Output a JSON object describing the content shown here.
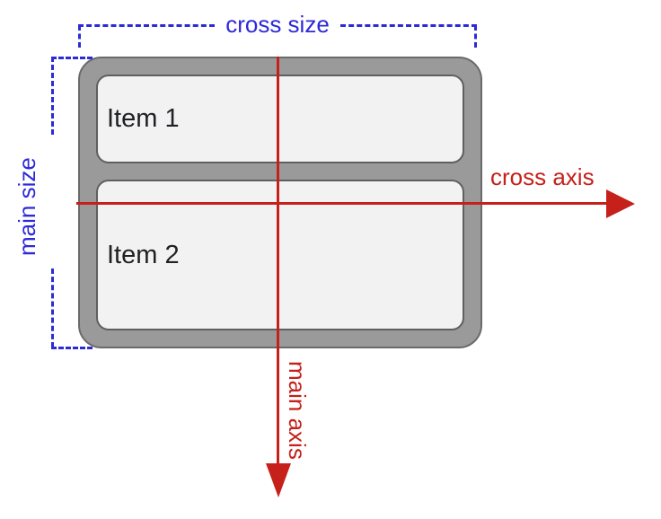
{
  "diagram": {
    "kind": "flexbox-axes-diagram",
    "labels": {
      "cross_size": "cross size",
      "main_size": "main size",
      "cross_axis": "cross axis",
      "main_axis": "main axis"
    },
    "items": [
      {
        "label": "Item 1"
      },
      {
        "label": "Item 2"
      }
    ],
    "colors": {
      "blue": "#2d2ad8",
      "red": "#c5201a",
      "container_fill": "#9a9a9a",
      "container_border": "#6a6a6a",
      "item_fill": "#f2f2f2",
      "item_border": "#5f5f5f",
      "item_text": "#202124"
    }
  }
}
